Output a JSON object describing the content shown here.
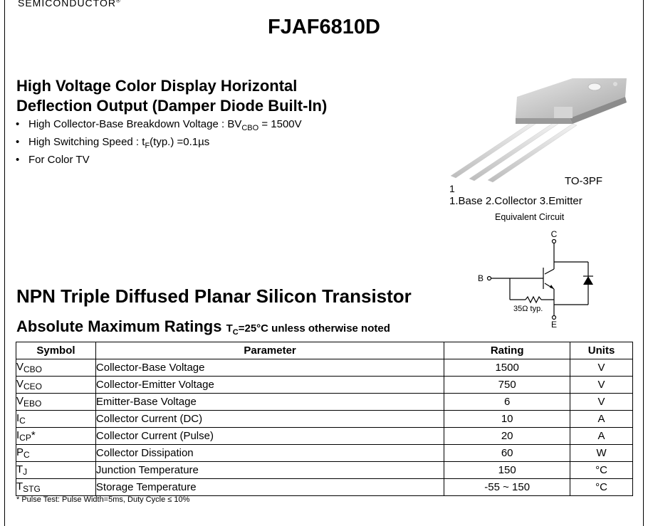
{
  "brand": "SEMICONDUCTOR",
  "brand_mark": "®",
  "part_number": "FJAF6810D",
  "headline": {
    "line1": "High Voltage Color Display  Horizontal",
    "line2": "Deflection Output (Damper Diode Built-In)"
  },
  "features": [
    {
      "bullet": "•",
      "pre": "High Collector-Base Breakdown Voltage : BV",
      "sub": "CBO",
      "post": " = 1500V"
    },
    {
      "bullet": "•",
      "pre": "High Switching Speed : t",
      "sub": "F",
      "post": "(typ.) =0.1µs"
    },
    {
      "bullet": "•",
      "pre": "For Color TV",
      "sub": "",
      "post": ""
    }
  ],
  "package": {
    "name": "TO-3PF",
    "pin_one_marker": "1",
    "pins": "1.Base  2.Collector  3.Emitter"
  },
  "equivalent_circuit": {
    "label": "Equivalent Circuit",
    "collector": "C",
    "base": "B",
    "emitter": "E",
    "resistor": "35Ω typ."
  },
  "product_title": "NPN Triple Diffused Planar Silicon Transistor",
  "ratings_title": "Absolute Maximum Ratings",
  "ratings_condition": {
    "pre": "T",
    "sub": "C",
    "post": "=25°C unless otherwise noted"
  },
  "table": {
    "headers": [
      "Symbol",
      "Parameter",
      "Rating",
      "Units"
    ],
    "rows": [
      {
        "sym": "V",
        "sub": "CBO",
        "mark": "",
        "param": "Collector-Base Voltage",
        "rating": "1500",
        "unit": "V"
      },
      {
        "sym": "V",
        "sub": "CEO",
        "mark": "",
        "param": "Collector-Emitter Voltage",
        "rating": "750",
        "unit": "V"
      },
      {
        "sym": "V",
        "sub": "EBO",
        "mark": "",
        "param": "Emitter-Base Voltage",
        "rating": "6",
        "unit": "V"
      },
      {
        "sym": "I",
        "sub": "C",
        "mark": "",
        "param": "Collector Current (DC)",
        "rating": "10",
        "unit": "A"
      },
      {
        "sym": "I",
        "sub": "CP",
        "mark": "*",
        "param": "Collector Current (Pulse)",
        "rating": "20",
        "unit": "A"
      },
      {
        "sym": "P",
        "sub": "C",
        "mark": "",
        "param": "Collector Dissipation",
        "rating": "60",
        "unit": "W"
      },
      {
        "sym": "T",
        "sub": "J",
        "mark": "",
        "param": "Junction Temperature",
        "rating": "150",
        "unit": "°C"
      },
      {
        "sym": "T",
        "sub": "STG",
        "mark": "",
        "param": "Storage Temperature",
        "rating": "-55 ~ 150",
        "unit": "°C"
      }
    ]
  },
  "footnote": "* Pulse Test: Pulse Width=5ms, Duty Cycle ≤ 10%"
}
